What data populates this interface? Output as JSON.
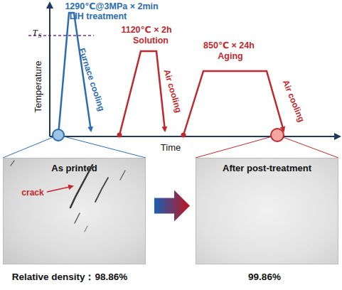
{
  "diagram": {
    "nodes": [
      {
        "text": [
          "As printed"
        ]
      },
      {
        "text": [
          "After post-treatment"
        ]
      }
    ],
    "edges": [
      {
        "from": 0,
        "to": 1,
        "arrow": "to"
      }
    ],
    "labels": [
      "1290℃@3MPa × 2min",
      "LIH treatment",
      "T",
      "S",
      "Furnace cooling",
      "1120℃ × 2h",
      "Solution",
      "Air cooling",
      "850℃ × 24h",
      "Aging",
      "Air cooling",
      "Temperature",
      "Time",
      "crack",
      "Relative density：98.86%",
      "99.86%"
    ]
  }
}
